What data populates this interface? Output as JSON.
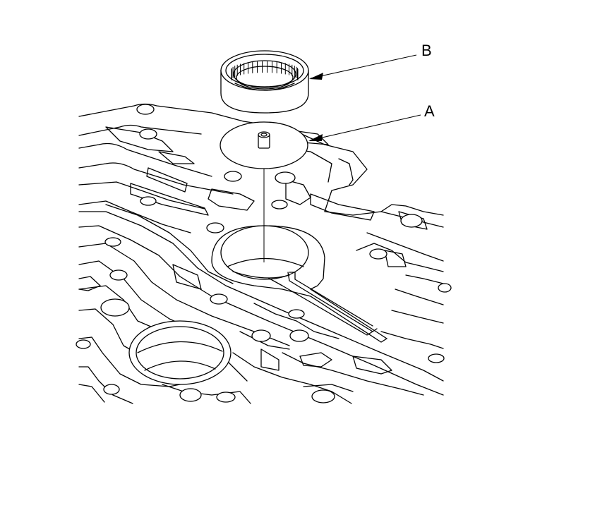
{
  "figure": {
    "callouts": [
      {
        "id": "B",
        "label": "B"
      },
      {
        "id": "A",
        "label": "A"
      }
    ]
  }
}
